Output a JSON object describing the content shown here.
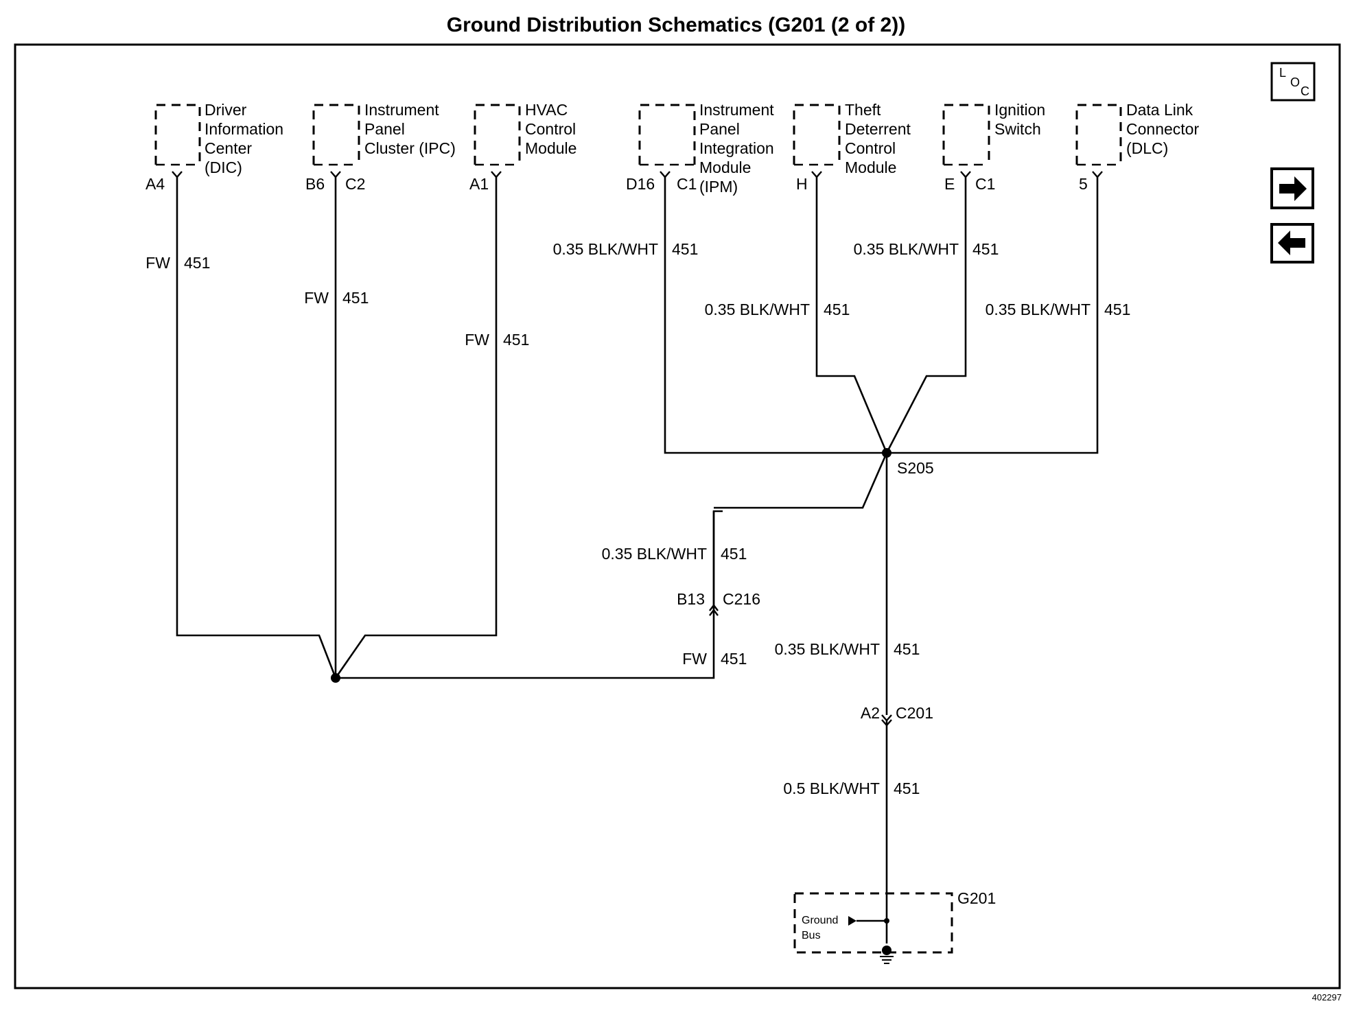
{
  "title": "Ground Distribution Schematics (G201 (2 of 2))",
  "figure_number": "402297",
  "nav": {
    "loc_label": [
      "L",
      "O",
      "C"
    ],
    "forward_icon": "right-arrow-icon",
    "back_icon": "left-arrow-icon"
  },
  "components": [
    {
      "id": "dic",
      "lines": [
        "Driver",
        "Information",
        "Center",
        "(DIC)"
      ]
    },
    {
      "id": "ipc",
      "lines": [
        "Instrument",
        "Panel",
        "Cluster (IPC)"
      ]
    },
    {
      "id": "hvac",
      "lines": [
        "HVAC",
        "Control",
        "Module"
      ]
    },
    {
      "id": "ipm",
      "lines": [
        "Instrument",
        "Panel",
        "Integration",
        "Module",
        "(IPM)"
      ]
    },
    {
      "id": "tdcm",
      "lines": [
        "Theft",
        "Deterrent",
        "Control",
        "Module"
      ]
    },
    {
      "id": "ign",
      "lines": [
        "Ignition",
        "Switch"
      ]
    },
    {
      "id": "dlc",
      "lines": [
        "Data Link",
        "Connector",
        "(DLC)"
      ]
    }
  ],
  "pins": {
    "dic": "A4",
    "ipc": "B6",
    "ipc_conn": "C2",
    "hvac": "A1",
    "ipm": "D16",
    "ipm_conn": "C1",
    "tdcm": "H",
    "ign": "E",
    "ign_conn": "C1",
    "dlc": "5"
  },
  "wires": {
    "dic": {
      "color": "FW",
      "circuit": "451"
    },
    "ipc": {
      "color": "FW",
      "circuit": "451"
    },
    "hvac": {
      "color": "FW",
      "circuit": "451"
    },
    "ipm": {
      "color": "0.35 BLK/WHT",
      "circuit": "451"
    },
    "tdcm": {
      "color": "0.35 BLK/WHT",
      "circuit": "451"
    },
    "ign": {
      "color": "0.35 BLK/WHT",
      "circuit": "451"
    },
    "dlc": {
      "color": "0.35 BLK/WHT",
      "circuit": "451"
    },
    "s205_to_c216": {
      "color": "0.35 BLK/WHT",
      "circuit": "451"
    },
    "c216_to_splice": {
      "color": "FW",
      "circuit": "451"
    },
    "s205_to_c201": {
      "color": "0.35 BLK/WHT",
      "circuit": "451"
    },
    "c201_to_g201": {
      "color": "0.5 BLK/WHT",
      "circuit": "451"
    }
  },
  "splices": {
    "s205": "S205"
  },
  "connectors": {
    "c216": {
      "pin": "B13",
      "name": "C216"
    },
    "c201": {
      "pin": "A2",
      "name": "C201"
    }
  },
  "ground": {
    "name": "G201",
    "bus_lines": [
      "Ground",
      "Bus"
    ]
  }
}
